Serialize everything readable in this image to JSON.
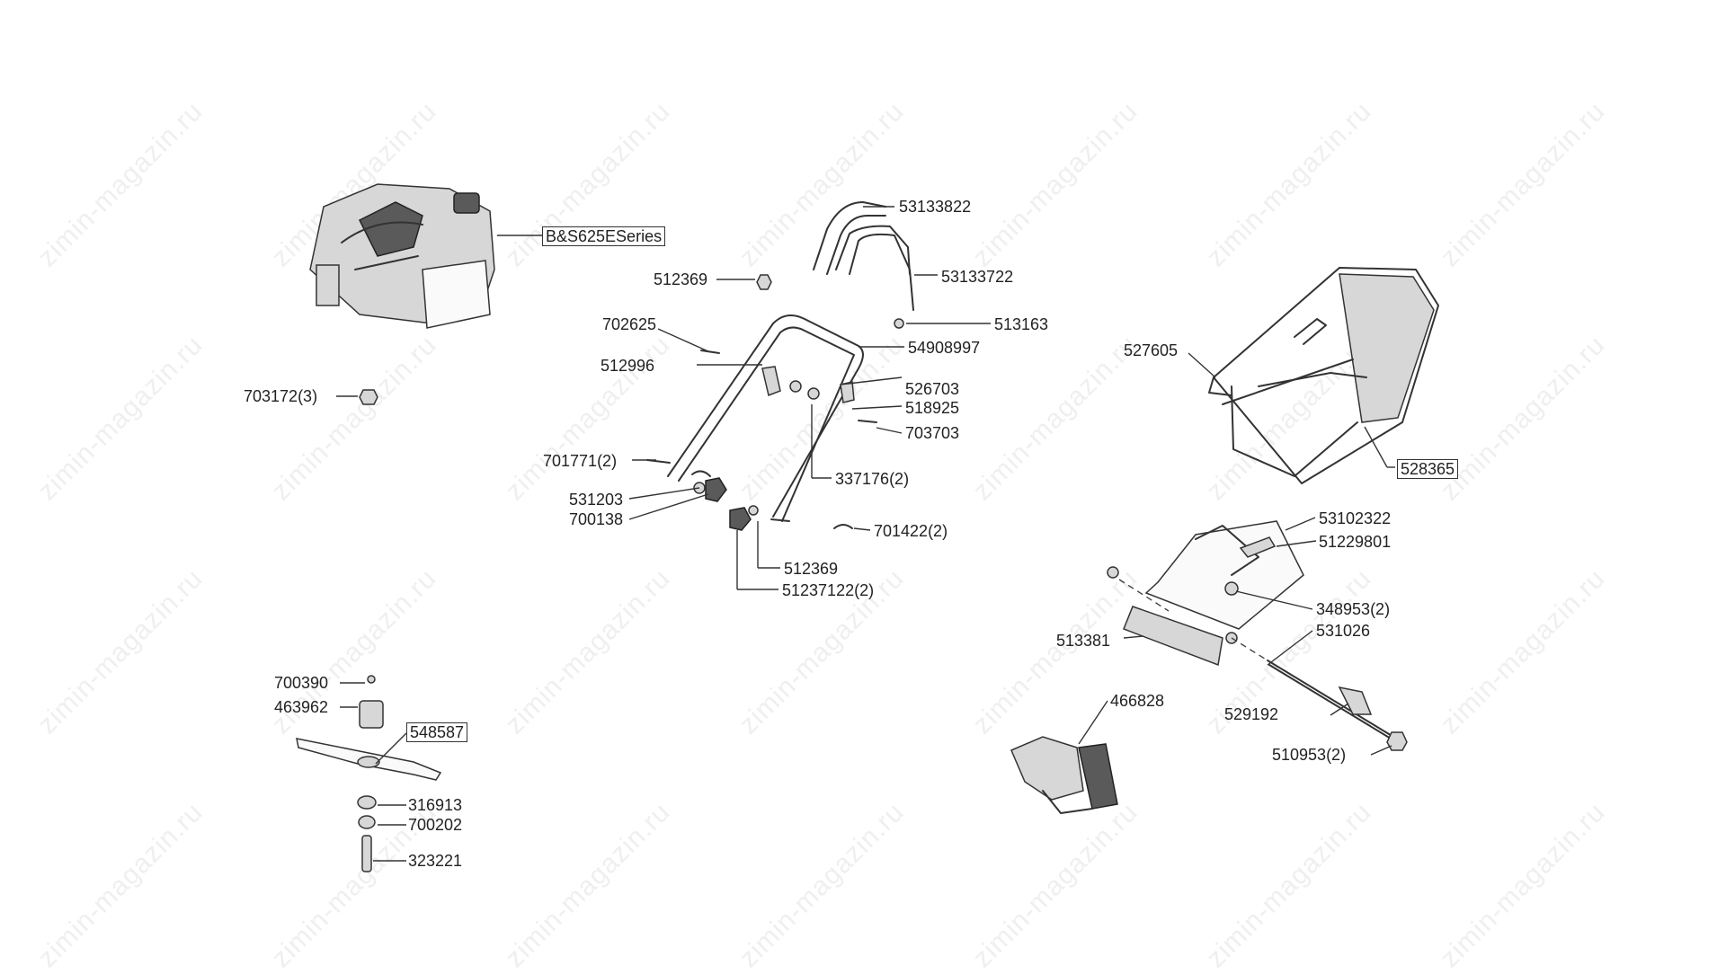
{
  "watermark": "zimin-magazin.ru",
  "engine_label": "B&S625ESeries",
  "labels": {
    "p703172": "703172(3)",
    "p53133822": "53133822",
    "p53133722": "53133722",
    "p512369a": "512369",
    "p513163": "513163",
    "p702625": "702625",
    "p54908997": "54908997",
    "p512996": "512996",
    "p526703": "526703",
    "p518925": "518925",
    "p703703": "703703",
    "p701771": "701771(2)",
    "p337176": "337176(2)",
    "p531203": "531203",
    "p700138": "700138",
    "p701422": "701422(2)",
    "p512369b": "512369",
    "p51237122": "51237122(2)",
    "p527605": "527605",
    "p528365": "528365",
    "p53102322": "53102322",
    "p51229801": "51229801",
    "p348953": "348953(2)",
    "p513381": "513381",
    "p531026": "531026",
    "p466828": "466828",
    "p529192": "529192",
    "p510953": "510953(2)",
    "p700390": "700390",
    "p463962": "463962",
    "p548587": "548587",
    "p316913": "316913",
    "p700202": "700202",
    "p323221": "323221"
  }
}
